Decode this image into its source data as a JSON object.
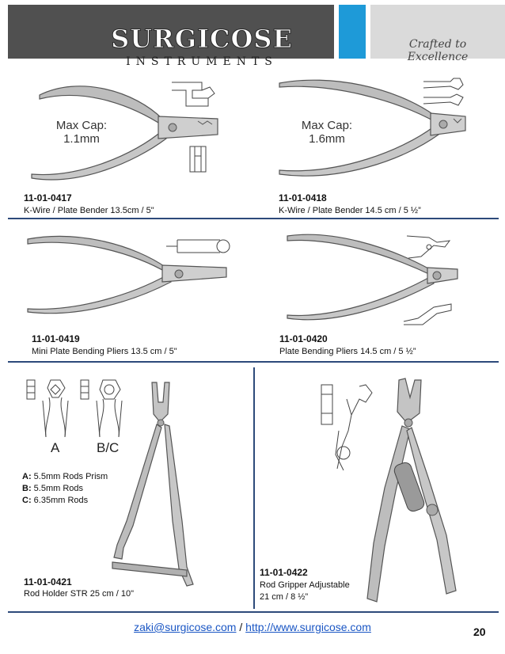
{
  "header": {
    "brand": "SURGICOSE",
    "brand_sub": "INSTRUMENTS",
    "tagline": "Crafted to Excellence"
  },
  "products": [
    {
      "code": "11-01-0417",
      "desc": "K-Wire / Plate Bender 13.5cm / 5\"",
      "cap_label": "Max Cap:",
      "cap_value": "1.1mm"
    },
    {
      "code": "11-01-0418",
      "desc": "K-Wire / Plate Bender 14.5 cm / 5 ½”",
      "cap_label": "Max Cap:",
      "cap_value": "1.6mm"
    },
    {
      "code": "11-01-0419",
      "desc": "Mini Plate Bending Pliers 13.5 cm / 5\""
    },
    {
      "code": "11-01-0420",
      "desc": "Plate Bending Pliers 14.5 cm / 5 ½”"
    },
    {
      "code": "11-01-0421",
      "desc": "Rod Holder STR 25 cm / 10\"",
      "diagram_labels": [
        "A",
        "B/C"
      ],
      "options": [
        {
          "key": "A:",
          "text": "5.5mm Rods Prism"
        },
        {
          "key": "B:",
          "text": "5.5mm Rods"
        },
        {
          "key": "C:",
          "text": "6.35mm Rods"
        }
      ]
    },
    {
      "code": "11-01-0422",
      "desc_line1": "Rod Gripper Adjustable",
      "desc_line2": "21 cm / 8 ½”"
    }
  ],
  "footer": {
    "email": "zaki@surgicose.com",
    "separator": "/",
    "url": "http://www.surgicose.com",
    "page_number": "20"
  },
  "colors": {
    "header_dark": "#505050",
    "header_blue": "#1e9ad8",
    "header_light": "#dadada",
    "rule": "#2d4a7a",
    "link": "#1a56c4"
  }
}
